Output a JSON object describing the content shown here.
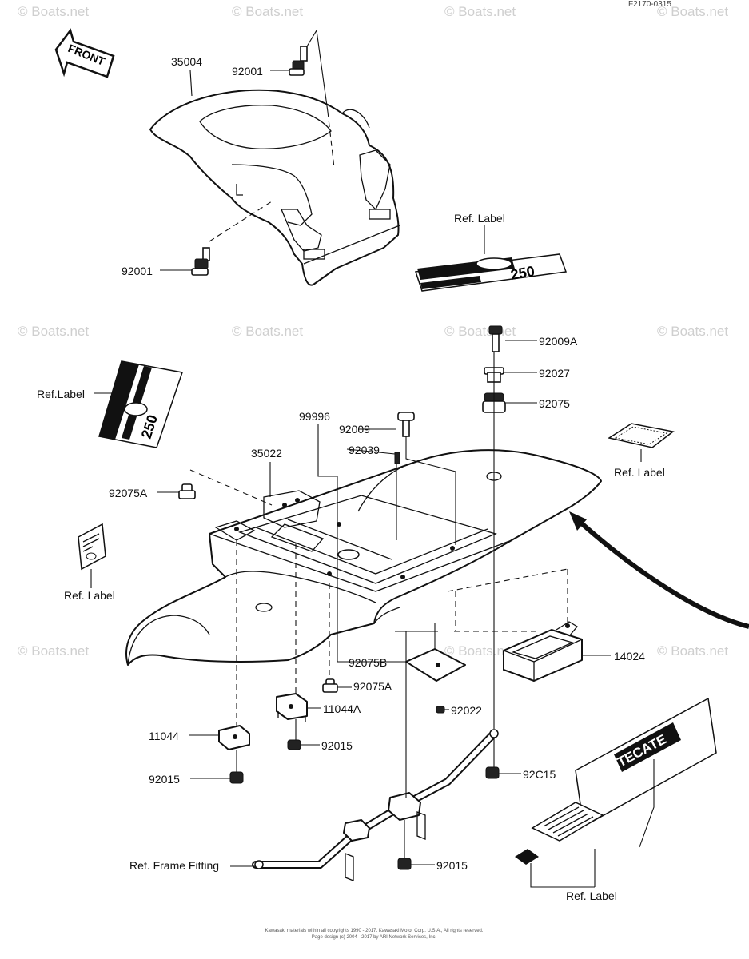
{
  "diagram": {
    "reference_code": "F2170-0315",
    "front_arrow_text": "FRONT",
    "decal_text": "250",
    "brand_decal_text": "TECATE",
    "watermark": "© Boats.net",
    "footer_line1": "Kawasaki materials within all copyrights 1990 - 2017. Kawasaki Motor Corp. U.S.A., All rights reserved.",
    "footer_line2": "Page design (c) 2004 - 2017 by ARI Network Services, Inc.",
    "labels": {
      "p35004": "35004",
      "p92001_top": "92001",
      "p92001_bottom": "92001",
      "ref_label_top": "Ref. Label",
      "ref_label_left": "Ref.Label",
      "p92009A": "92009A",
      "p92027": "92027",
      "p92075": "92075",
      "p99996": "99996",
      "p92009": "92009",
      "p35022": "35022",
      "p92039": "92039",
      "ref_label_right": "Ref. Label",
      "p92075A_top": "92075A",
      "ref_label_small": "Ref. Label",
      "p14024": "14024",
      "p92075B": "92075B",
      "p92075A_mid": "92075A",
      "p11044A": "11044A",
      "p92022": "92022",
      "p11044": "11044",
      "p92015_a": "92015",
      "p92015_b": "92015",
      "p92015_right": "92C15",
      "p92015_c": "92015",
      "ref_frame_fitting": "Ref. Frame Fitting",
      "ref_label_bottom": "Ref. Label"
    }
  }
}
